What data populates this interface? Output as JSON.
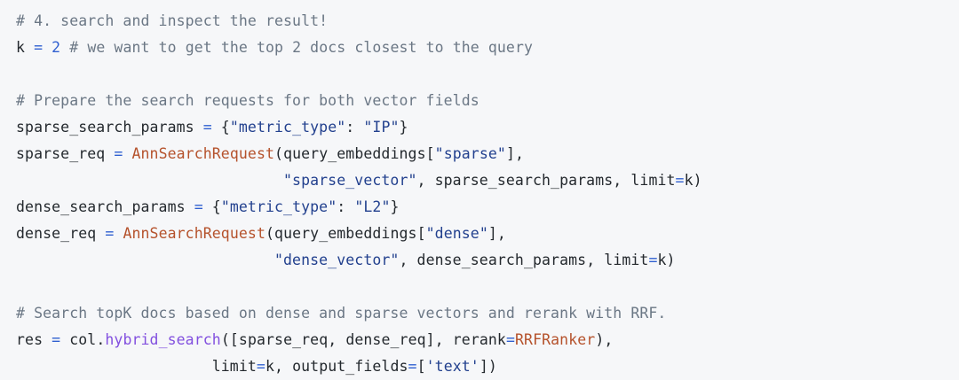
{
  "editor": {
    "language": "python",
    "background_color": "#f6f7f9",
    "palette": {
      "comment": "#6b7785",
      "plain": "#24292e",
      "operator": "#2f5fd0",
      "number": "#2f5fd0",
      "string": "#22408e",
      "class_name": "#b5522c",
      "function_name": "#8250df"
    },
    "lines": [
      {
        "id": "line-1",
        "tokens": [
          {
            "t": "comment",
            "v": "# 4. search and inspect the result!"
          }
        ]
      },
      {
        "id": "line-2",
        "tokens": [
          {
            "t": "plain",
            "v": "k "
          },
          {
            "t": "op",
            "v": "="
          },
          {
            "t": "plain",
            "v": " "
          },
          {
            "t": "num",
            "v": "2"
          },
          {
            "t": "plain",
            "v": " "
          },
          {
            "t": "comment",
            "v": "# we want to get the top 2 docs closest to the query"
          }
        ]
      },
      {
        "id": "line-3",
        "tokens": [
          {
            "t": "plain",
            "v": ""
          }
        ]
      },
      {
        "id": "line-4",
        "tokens": [
          {
            "t": "comment",
            "v": "# Prepare the search requests for both vector fields"
          }
        ]
      },
      {
        "id": "line-5",
        "tokens": [
          {
            "t": "plain",
            "v": "sparse_search_params "
          },
          {
            "t": "op",
            "v": "="
          },
          {
            "t": "punc",
            "v": " {"
          },
          {
            "t": "str",
            "v": "\"metric_type\""
          },
          {
            "t": "punc",
            "v": ": "
          },
          {
            "t": "str",
            "v": "\"IP\""
          },
          {
            "t": "punc",
            "v": "}"
          }
        ]
      },
      {
        "id": "line-6",
        "tokens": [
          {
            "t": "plain",
            "v": "sparse_req "
          },
          {
            "t": "op",
            "v": "="
          },
          {
            "t": "plain",
            "v": " "
          },
          {
            "t": "class",
            "v": "AnnSearchRequest"
          },
          {
            "t": "punc",
            "v": "("
          },
          {
            "t": "plain",
            "v": "query_embeddings"
          },
          {
            "t": "punc",
            "v": "["
          },
          {
            "t": "str",
            "v": "\"sparse\""
          },
          {
            "t": "punc",
            "v": "],"
          }
        ]
      },
      {
        "id": "line-7",
        "tokens": [
          {
            "t": "plain",
            "v": "                              "
          },
          {
            "t": "str",
            "v": "\"sparse_vector\""
          },
          {
            "t": "punc",
            "v": ", "
          },
          {
            "t": "plain",
            "v": "sparse_search_params"
          },
          {
            "t": "punc",
            "v": ", "
          },
          {
            "t": "plain",
            "v": "limit"
          },
          {
            "t": "op",
            "v": "="
          },
          {
            "t": "plain",
            "v": "k"
          },
          {
            "t": "punc",
            "v": ")"
          }
        ]
      },
      {
        "id": "line-8",
        "tokens": [
          {
            "t": "plain",
            "v": "dense_search_params "
          },
          {
            "t": "op",
            "v": "="
          },
          {
            "t": "punc",
            "v": " {"
          },
          {
            "t": "str",
            "v": "\"metric_type\""
          },
          {
            "t": "punc",
            "v": ": "
          },
          {
            "t": "str",
            "v": "\"L2\""
          },
          {
            "t": "punc",
            "v": "}"
          }
        ]
      },
      {
        "id": "line-9",
        "tokens": [
          {
            "t": "plain",
            "v": "dense_req "
          },
          {
            "t": "op",
            "v": "="
          },
          {
            "t": "plain",
            "v": " "
          },
          {
            "t": "class",
            "v": "AnnSearchRequest"
          },
          {
            "t": "punc",
            "v": "("
          },
          {
            "t": "plain",
            "v": "query_embeddings"
          },
          {
            "t": "punc",
            "v": "["
          },
          {
            "t": "str",
            "v": "\"dense\""
          },
          {
            "t": "punc",
            "v": "],"
          }
        ]
      },
      {
        "id": "line-10",
        "tokens": [
          {
            "t": "plain",
            "v": "                             "
          },
          {
            "t": "str",
            "v": "\"dense_vector\""
          },
          {
            "t": "punc",
            "v": ", "
          },
          {
            "t": "plain",
            "v": "dense_search_params"
          },
          {
            "t": "punc",
            "v": ", "
          },
          {
            "t": "plain",
            "v": "limit"
          },
          {
            "t": "op",
            "v": "="
          },
          {
            "t": "plain",
            "v": "k"
          },
          {
            "t": "punc",
            "v": ")"
          }
        ]
      },
      {
        "id": "line-11",
        "tokens": [
          {
            "t": "plain",
            "v": ""
          }
        ]
      },
      {
        "id": "line-12",
        "tokens": [
          {
            "t": "comment",
            "v": "# Search topK docs based on dense and sparse vectors and rerank with RRF."
          }
        ]
      },
      {
        "id": "line-13",
        "tokens": [
          {
            "t": "plain",
            "v": "res "
          },
          {
            "t": "op",
            "v": "="
          },
          {
            "t": "plain",
            "v": " col"
          },
          {
            "t": "punc",
            "v": "."
          },
          {
            "t": "func",
            "v": "hybrid_search"
          },
          {
            "t": "punc",
            "v": "(["
          },
          {
            "t": "plain",
            "v": "sparse_req"
          },
          {
            "t": "punc",
            "v": ", "
          },
          {
            "t": "plain",
            "v": "dense_req"
          },
          {
            "t": "punc",
            "v": "], "
          },
          {
            "t": "plain",
            "v": "rerank"
          },
          {
            "t": "op",
            "v": "="
          },
          {
            "t": "class",
            "v": "RRFRanker"
          },
          {
            "t": "punc",
            "v": "),"
          }
        ]
      },
      {
        "id": "line-14",
        "tokens": [
          {
            "t": "plain",
            "v": "                      limit"
          },
          {
            "t": "op",
            "v": "="
          },
          {
            "t": "plain",
            "v": "k"
          },
          {
            "t": "punc",
            "v": ", "
          },
          {
            "t": "plain",
            "v": "output_fields"
          },
          {
            "t": "op",
            "v": "="
          },
          {
            "t": "punc",
            "v": "["
          },
          {
            "t": "str",
            "v": "'text'"
          },
          {
            "t": "punc",
            "v": "])"
          }
        ]
      }
    ]
  }
}
